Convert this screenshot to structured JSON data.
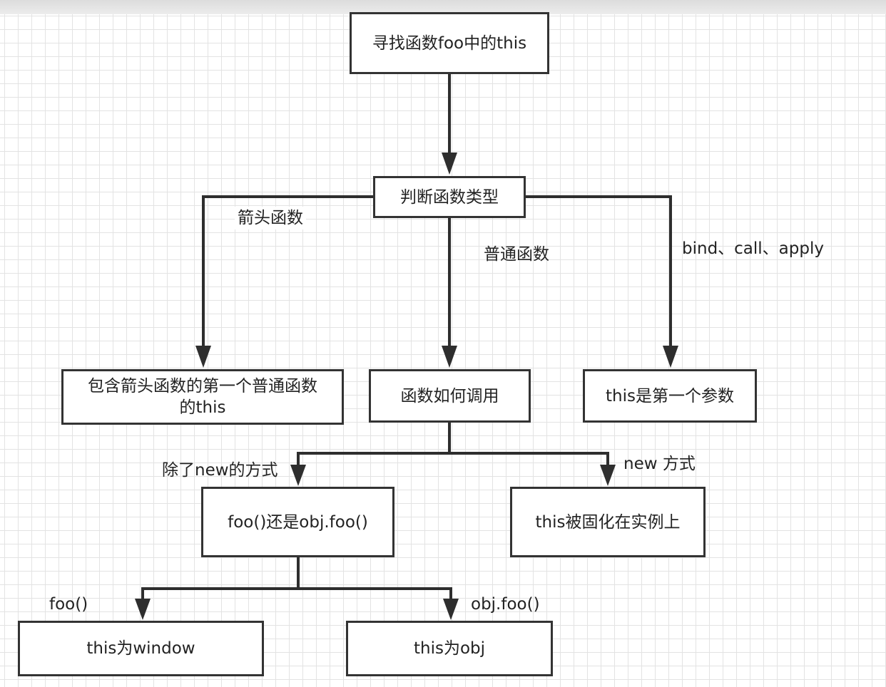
{
  "diagram": {
    "nodes": {
      "root": "寻找函数foo中的this",
      "type_check": "判断函数类型",
      "arrow_result_line1": "包含箭头函数的第一个普通函数",
      "arrow_result_line2": "的this",
      "call_check": "函数如何调用",
      "bind_result": "this是第一个参数",
      "foo_or_obj": "foo()还是obj.foo()",
      "new_result": "this被固化在实例上",
      "window_result": "this为window",
      "obj_result": "this为obj"
    },
    "edges": {
      "arrow_fn": "箭头函数",
      "normal_fn": "普通函数",
      "bind_call_apply": "bind、call、apply",
      "not_new": "除了new的方式",
      "new_way": "new 方式",
      "foo_call": "foo()",
      "obj_call": "obj.foo()"
    }
  },
  "colors": {
    "stroke": "#333333",
    "background": "#ffffff",
    "grid": "#e3e3e3",
    "text": "#222222"
  }
}
